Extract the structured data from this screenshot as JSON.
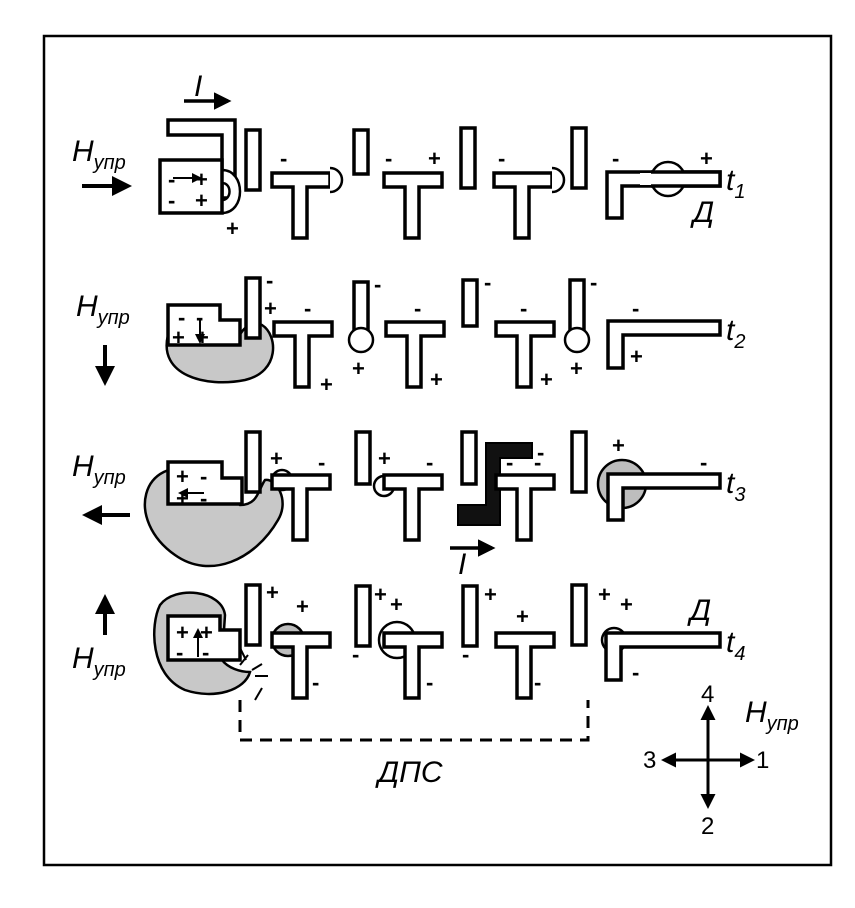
{
  "labels": {
    "h_symbol": "H",
    "h_sub": "упр",
    "current": "I",
    "d_label": "Д",
    "dps_label": "ДПС",
    "t1": "t",
    "t1_sub": "1",
    "t2": "t",
    "t2_sub": "2",
    "t3": "t",
    "t3_sub": "3",
    "t4": "t",
    "t4_sub": "4",
    "plus": "+",
    "minus": "-",
    "dir_1": "1",
    "dir_2": "2",
    "dir_3": "3",
    "dir_4": "4"
  }
}
